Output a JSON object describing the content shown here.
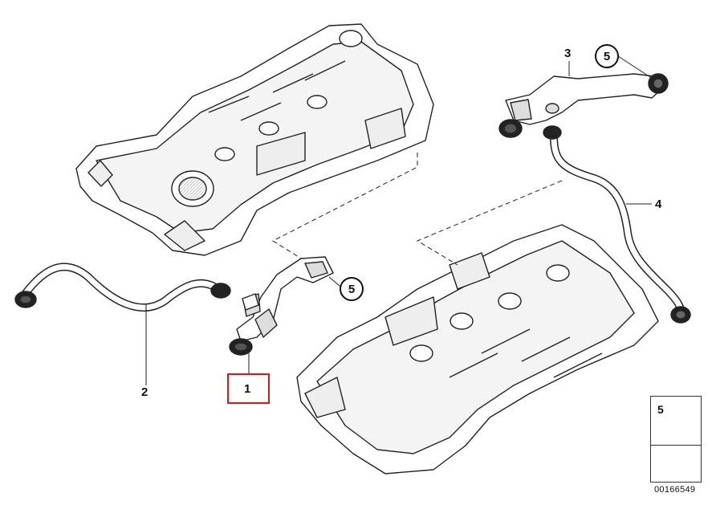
{
  "callouts": {
    "part1": "1",
    "part2": "2",
    "part3": "3",
    "part4": "4",
    "part5_left": "5",
    "part5_right": "5"
  },
  "legend": {
    "item_number": "5",
    "icon": "screw-icon",
    "arrow_icon": "orientation-arrow-icon"
  },
  "reference_number": "00166549",
  "colors": {
    "line": "#222222",
    "highlight": "#d11a1a",
    "part_fill": "#ffffff",
    "shade": "#cfcfcf"
  }
}
